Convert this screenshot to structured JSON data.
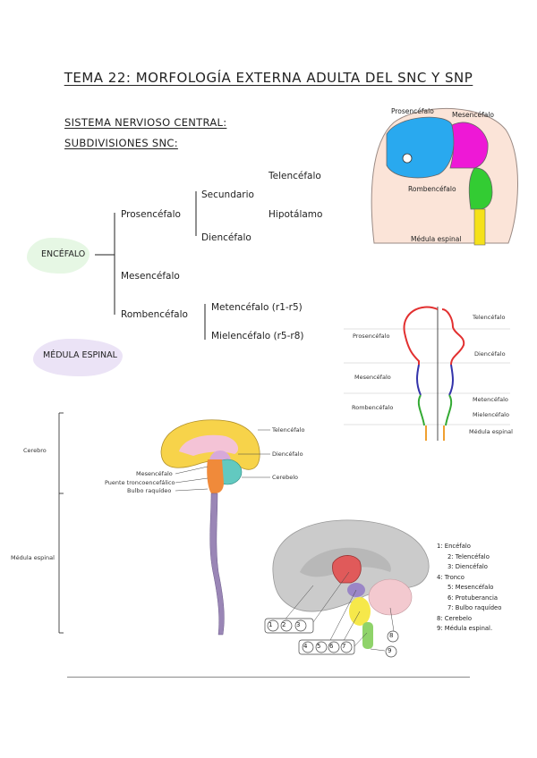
{
  "title": "TEMA 22: MORFOLOGÍA EXTERNA ADULTA DEL SNC Y SNP",
  "section_heading_1": "SISTEMA NERVIOSO CENTRAL:",
  "section_heading_2": "SUBDIVISIONES SNC:",
  "tree": {
    "root": "ENCÉFALO",
    "prosencefalo": "Prosencéfalo",
    "secundario": "Secundario",
    "telencefalo": "Telencéfalo",
    "hipotalamo": "Hipotálamo",
    "diencefalo": "Diencéfalo",
    "mesencefalo": "Mesencéfalo",
    "rombencefalo": "Rombencéfalo",
    "metencefalo": "Metencéfalo (r1-r5)",
    "mielencefalo": "Mielencéfalo (r5-r8)",
    "medula": "MÉDULA ESPINAL"
  },
  "embryo_diagram": {
    "prosencefalo": "Prosencéfalo",
    "mesencefalo": "Mesencéfalo",
    "rombencefalo": "Rombencéfalo",
    "medula": "Médula espinal",
    "colors": {
      "prosencefalo": "#29a9ef",
      "mesencefalo": "#ee18d6",
      "rombencefalo": "#33cc33",
      "medula": "#f5e11a"
    }
  },
  "tube_diagram": {
    "prosencefalo": "Prosencéfalo",
    "telencefalo": "Telencéfalo",
    "diencefalo": "Diencéfalo",
    "mesencefalo": "Mesencéfalo",
    "rombencefalo": "Rombencéfalo",
    "metencefalo": "Metencéfalo",
    "mielencefalo": "Mielencéfalo",
    "medula": "Médula espinal"
  },
  "adult_diagram": {
    "cerebro": "Cerebro",
    "medula": "Médula espinal",
    "telencefalo": "Telencéfalo",
    "diencefalo": "Diencéfalo",
    "cerebelo": "Cerebelo",
    "mesencefalo": "Mesencéfalo",
    "puente": "Puente troncoencefálico",
    "bulbo": "Bulbo raquídeo"
  },
  "sagittal_legend": [
    "1: Encéfalo",
    "2: Telencéfalo",
    "3: Diencéfalo",
    "4: Tronco",
    "5: Mesencéfalo",
    "6: Protuberancia",
    "7: Bulbo raquídeo",
    "8: Cerebelo",
    "9: Médula espinal."
  ],
  "sagittal_numbers": [
    "1",
    "2",
    "3",
    "4",
    "5",
    "6",
    "7",
    "8",
    "9"
  ]
}
